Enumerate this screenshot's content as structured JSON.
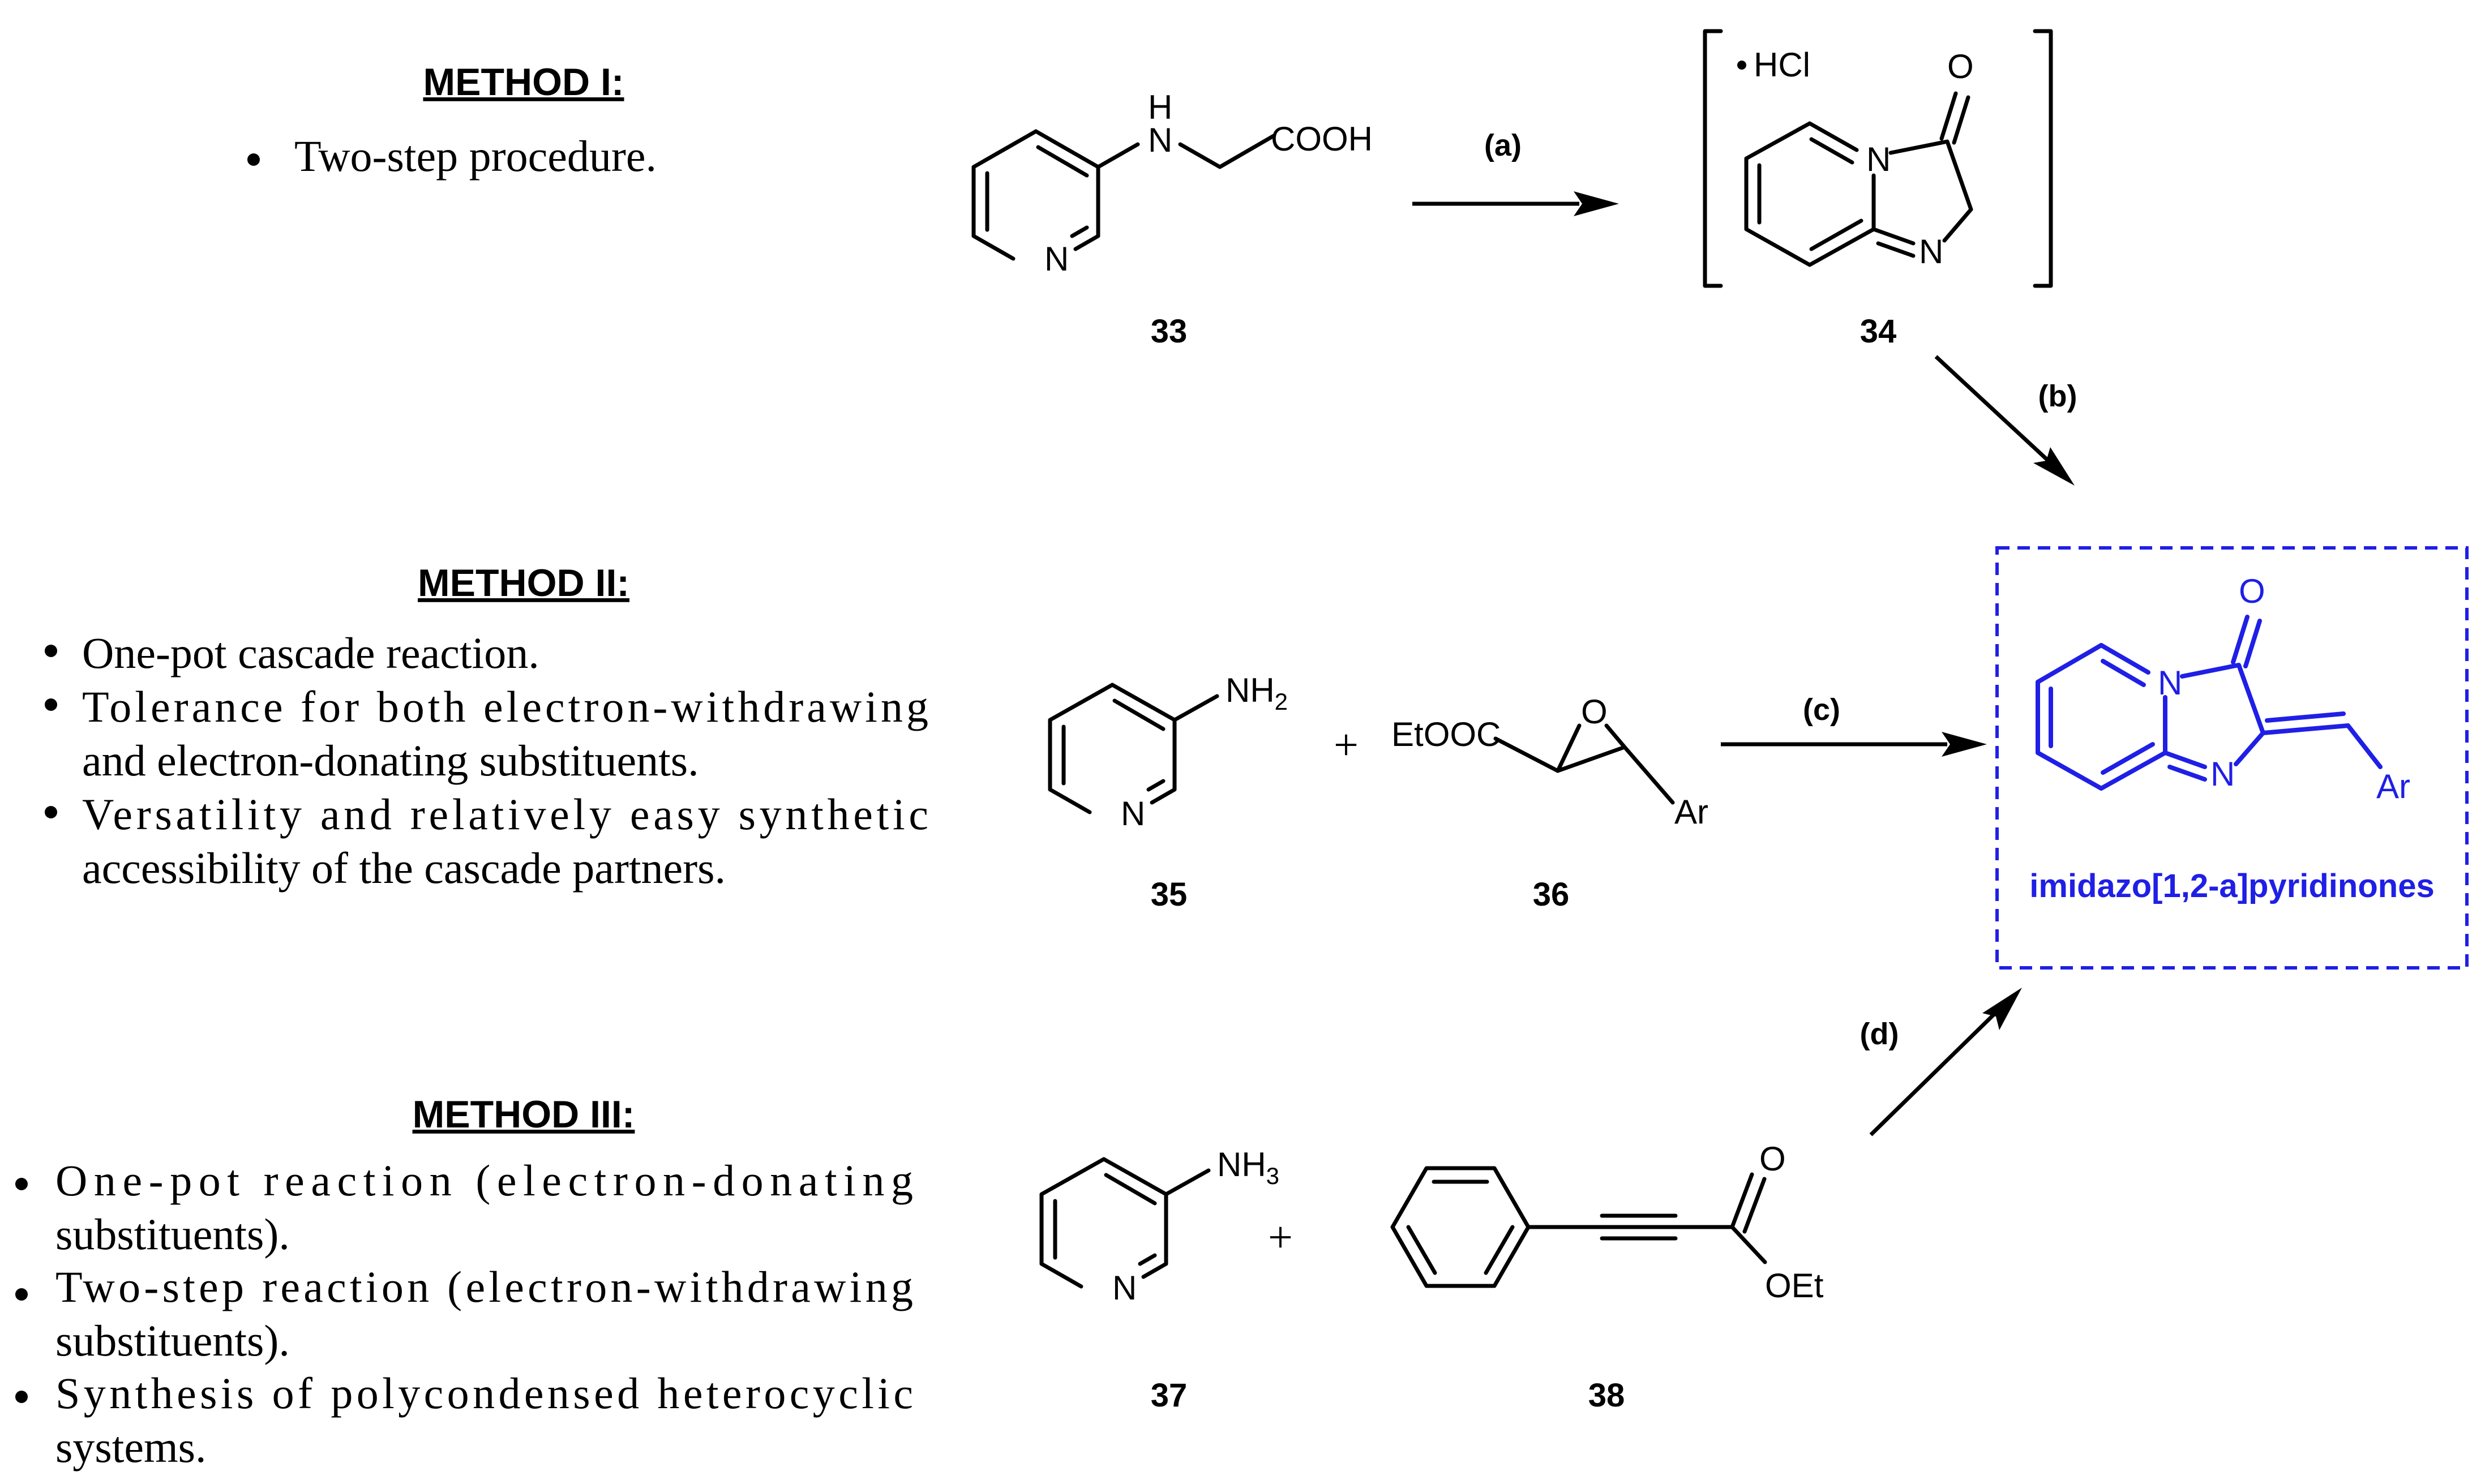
{
  "colors": {
    "product": "#1f1fe6",
    "text": "#000000"
  },
  "method1": {
    "title": "METHOD I:",
    "bullets": [
      "Two-step procedure."
    ]
  },
  "method2": {
    "title": "METHOD II:",
    "b1": "One-pot cascade reaction.",
    "b2_l1": "Tolerance for both electron-withdrawing",
    "b2_l2": "and electron-donating substituents.",
    "b3_l1": "Versatility and relatively easy synthetic",
    "b3_l2": "accessibility of the cascade partners."
  },
  "method3": {
    "title": "METHOD III:",
    "b1_l1": "One-pot reaction (electron-donating",
    "b1_l2": "substituents).",
    "b2_l1": "Two-step reaction (electron-withdrawing",
    "b2_l2": "substituents).",
    "b3_l1": "Synthesis of polycondensed heterocyclic",
    "b3_l2": "systems."
  },
  "compounds": {
    "c33": "33",
    "c34": "34",
    "c35": "35",
    "c36": "36",
    "c37": "37",
    "c38": "38"
  },
  "atoms": {
    "H": "H",
    "N": "N",
    "COOH": "COOH",
    "O": "O",
    "HCl": "HCl",
    "NH2_base": "NH",
    "NH2_sub": "2",
    "NH3_base": "NH",
    "NH3_sub": "3",
    "EtOOC": "EtOOC",
    "Ar": "Ar",
    "OEt": "OEt",
    "plus": "+"
  },
  "conditions": {
    "a": "(a)",
    "b": "(b)",
    "c": "(c)",
    "d": "(d)"
  },
  "product": {
    "label": "imidazo[1,2-a]pyridinones"
  }
}
